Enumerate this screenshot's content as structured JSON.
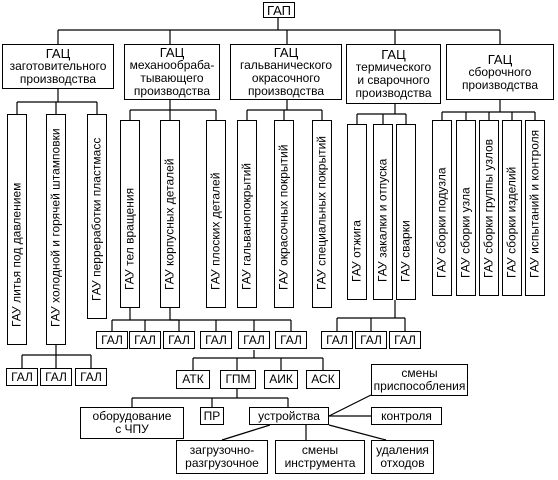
{
  "root": "ГАП",
  "top_level": [
    {
      "title": "ГАЦ",
      "text": "заготовительного\nпроизводства"
    },
    {
      "title": "ГАЦ",
      "text": "механообраба-\nтывающего\nпроизводства"
    },
    {
      "title": "ГАЦ",
      "text": "гальванического\nокрасочного\nпроизводства"
    },
    {
      "title": "ГАЦ",
      "text": "термического\nи сварочного\nпроизводства"
    },
    {
      "title": "ГАЦ",
      "text": "сборочного\nпроизводства"
    }
  ],
  "sections": {
    "group1": [
      "ГАУ литья под давлением",
      "ГАУ холодной и горячей штамповки",
      "ГАУ перрерaботки пластмасс"
    ],
    "group2": [
      "ГАУ  тел вращения",
      "ГАУ  корпусных деталей",
      "ГАУ плоских деталей"
    ],
    "group3": [
      "ГАУ гальванопокрытий",
      "ГАУ окрасочных покрытий",
      "ГАУ специальных покрытий"
    ],
    "group4": [
      "ГАУ отжига",
      "ГАУ закалки и отпуска",
      "ГАУ  сварки"
    ],
    "group5": [
      "ГАУ сборки подузла",
      "ГАУ сборки узла",
      "ГАУ сборки группы узлов",
      "ГАУ сборки изделий",
      "ГАУ испытаний и контроля"
    ]
  },
  "gal": "ГАЛ",
  "systems": [
    "АТК",
    "ГПМ",
    "АИК",
    "АСК"
  ],
  "equipment": {
    "cnc": "оборудование\nс ЧПУ",
    "pr": "ПР",
    "devices": "устройства",
    "fixture_change": "смены\nприспособления",
    "control": "контроля",
    "loading": "загрузочно-\nразгрузочное",
    "tool_change": "смены\nинструмента",
    "waste": "удаления\nотходов"
  }
}
